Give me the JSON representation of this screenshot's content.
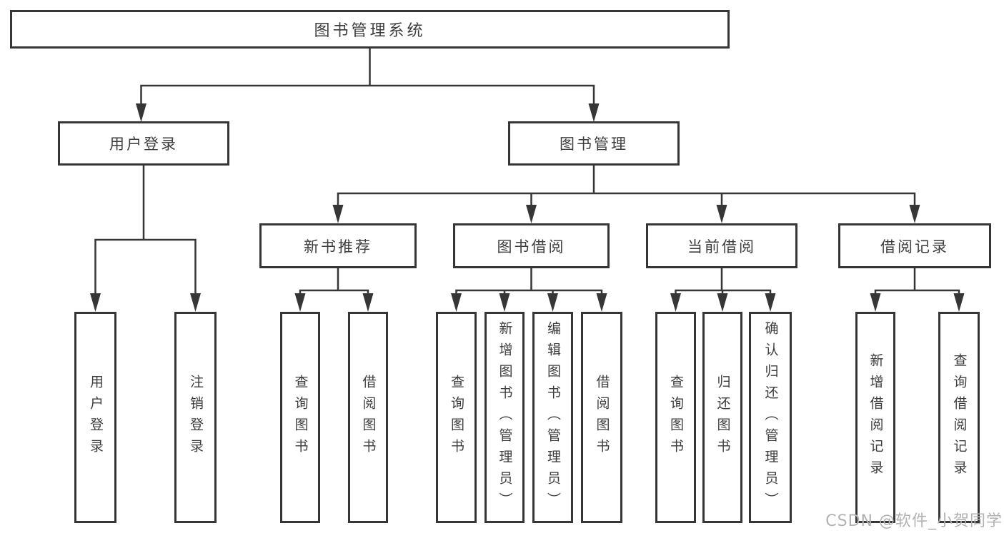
{
  "root": {
    "label": "图书管理系统"
  },
  "branches": [
    {
      "label": "用户登录"
    },
    {
      "label": "图书管理"
    }
  ],
  "modules": [
    {
      "label": "新书推荐"
    },
    {
      "label": "图书借阅"
    },
    {
      "label": "当前借阅"
    },
    {
      "label": "借阅记录"
    }
  ],
  "leaves": [
    {
      "label": "用户登录"
    },
    {
      "label": "注销登录"
    },
    {
      "label": "查询图书"
    },
    {
      "label": "借阅图书"
    },
    {
      "label": "查询图书"
    },
    {
      "label": "新增图书（管理员）"
    },
    {
      "label": "编辑图书（管理员）"
    },
    {
      "label": "借阅图书"
    },
    {
      "label": "查询图书"
    },
    {
      "label": "归还图书"
    },
    {
      "label": "确认归还（管理员）"
    },
    {
      "label": "新增借阅记录"
    },
    {
      "label": "查询借阅记录"
    }
  ],
  "watermark": {
    "text": "CSDN @软件_小贺同学"
  },
  "colors": {
    "line": "#363636",
    "box_border": "#363636",
    "text": "#3d3d3d",
    "watermark": "#b2b2b2",
    "background": "#ffffff"
  }
}
